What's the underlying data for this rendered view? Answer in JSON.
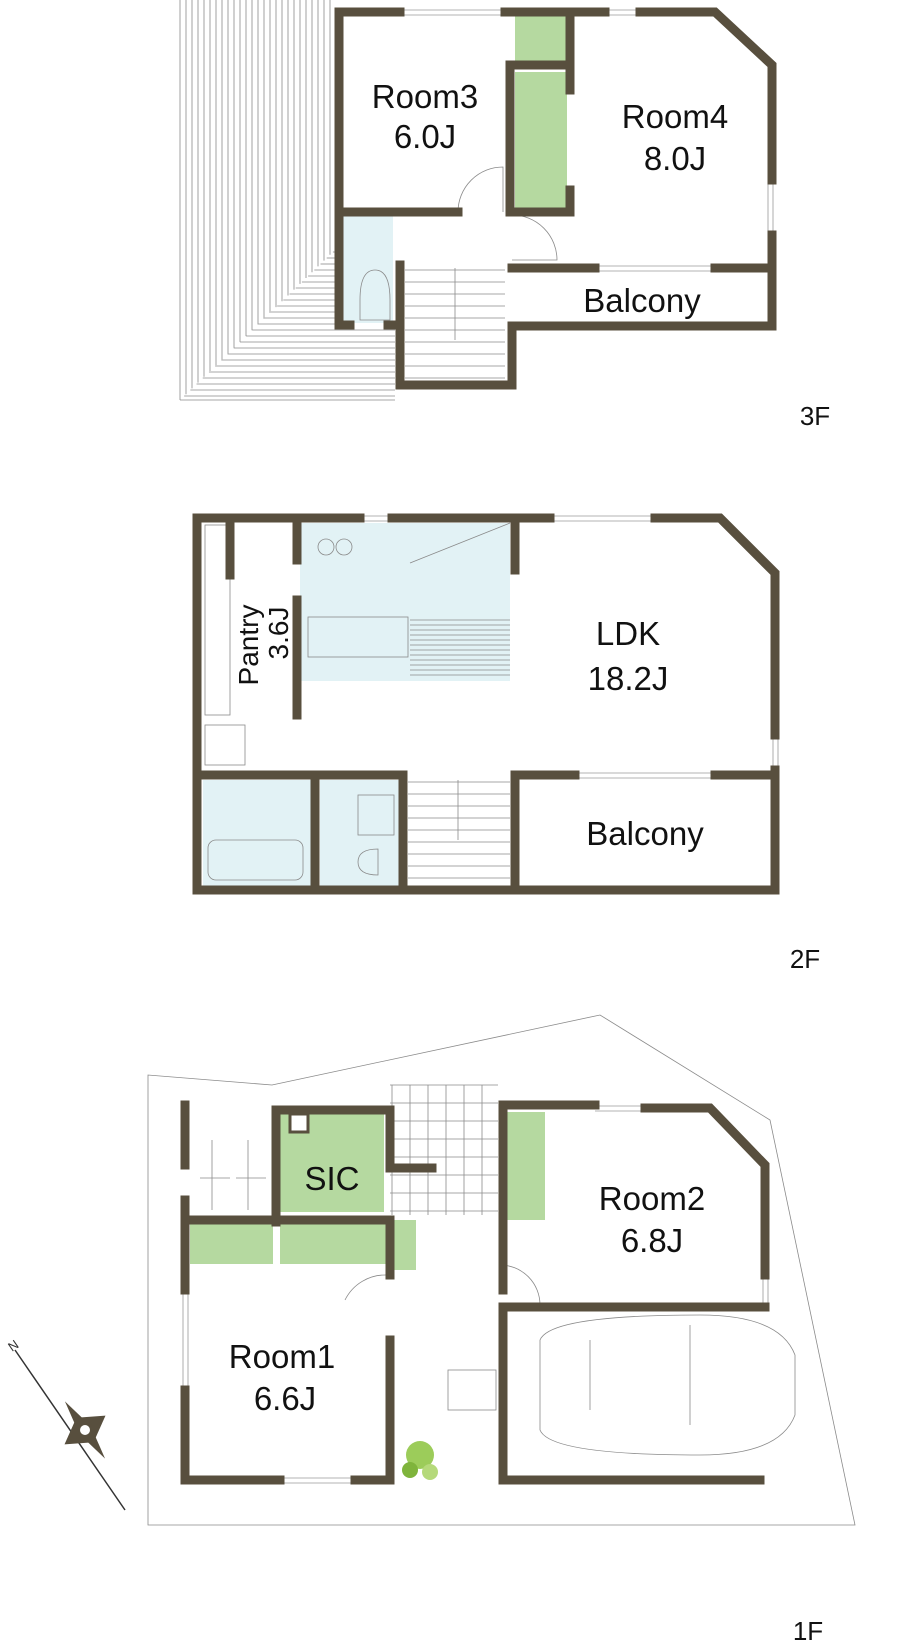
{
  "floors": [
    {
      "label": "3F",
      "rooms": [
        {
          "name": "Room3",
          "size": "6.0J"
        },
        {
          "name": "Room4",
          "size": "8.0J"
        },
        {
          "name": "Balcony"
        }
      ]
    },
    {
      "label": "2F",
      "rooms": [
        {
          "name": "LDK",
          "size": "18.2J"
        },
        {
          "name": "Pantry",
          "size": "3.6J"
        },
        {
          "name": "Balcony"
        }
      ]
    },
    {
      "label": "1F",
      "rooms": [
        {
          "name": "SIC"
        },
        {
          "name": "Room2",
          "size": "6.8J"
        },
        {
          "name": "Room1",
          "size": "6.6J"
        }
      ]
    }
  ],
  "compass": {
    "label": "N",
    "icon": "north-arrow-icon"
  },
  "colors": {
    "wall": "#584f3e",
    "storage": "#b5d9a0",
    "wet_area": "#e2f2f5"
  }
}
